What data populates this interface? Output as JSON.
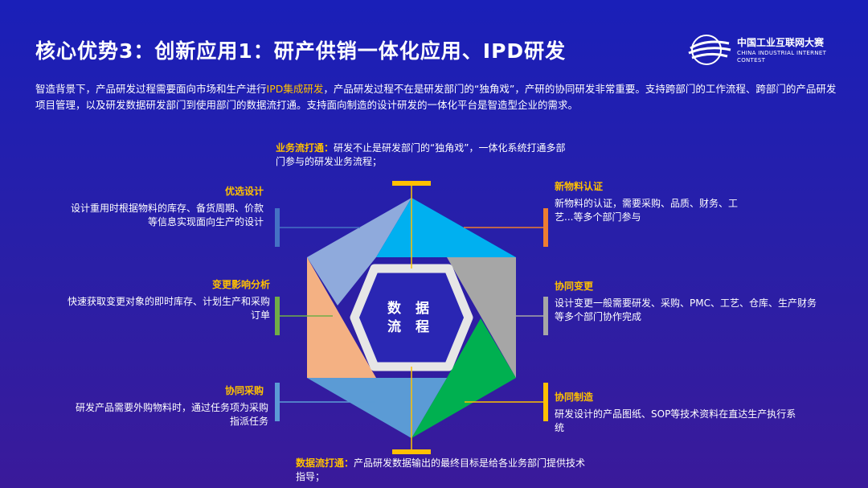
{
  "header": {
    "title": "核心优势3：创新应用1：研产供销一体化应用、IPD研发",
    "logo_cn": "中国工业互联网大赛",
    "logo_en": "CHINA INDUSTRIAL INTERNET CONTEST"
  },
  "intro": {
    "part1": "智造背景下，产品研发过程需要面向市场和生产进行",
    "highlight": "IPD集成研发",
    "part2": "，产品研发过程不在是研发部门的“独角戏”，产研的协同研发非常重要。支持跨部门的工作流程、跨部门的产品研发项目管理，以及研发数据研发部门到使用部门的数据流打通。支持面向制造的设计研发的一体化平台是智造型企业的需求。"
  },
  "center": {
    "line1": "数 据",
    "line2": "流 程"
  },
  "nodes": {
    "top": {
      "title": "业务流打通：",
      "desc": "研发不止是研发部门的“独角戏”，一体化系统打通多部门参与的研发业务流程；"
    },
    "bottom": {
      "title": "数据流打通：",
      "desc": "产品研发数据输出的最终目标是给各业务部门提供技术指导；"
    },
    "left1": {
      "title": "优选设计",
      "desc": "设计重用时根据物料的库存、备货周期、价款等信息实现面向生产的设计"
    },
    "left2": {
      "title": "变更影响分析",
      "desc": "快速获取变更对象的即时库存、计划生产和采购订单"
    },
    "left3": {
      "title": "协同采购",
      "desc": "研发产品需要外购物料时，通过任务项为采购指派任务"
    },
    "right1": {
      "title": "新物料认证",
      "desc": "新物料的认证，需要采购、品质、财务、工艺...等多个部门参与"
    },
    "right2": {
      "title": "协同变更",
      "desc": "设计变更一般需要研发、采购、PMC、工艺、仓库、生产财务等多个部门协作完成"
    },
    "right3": {
      "title": "协同制造",
      "desc": "研发设计的产品图纸、SOP等技术资料在直达生产执行系统"
    }
  },
  "colors": {
    "accent_yellow": "#ffc000",
    "seg_sky": "#00b0f0",
    "seg_gray": "#a6a6a6",
    "seg_green": "#00b050",
    "seg_steel": "#5b9bd5",
    "seg_peach": "#f4b183",
    "seg_lightblue": "#8faadc",
    "marker_blue": "#4472c4",
    "marker_orange": "#ed7d31",
    "marker_green": "#70ad47"
  }
}
